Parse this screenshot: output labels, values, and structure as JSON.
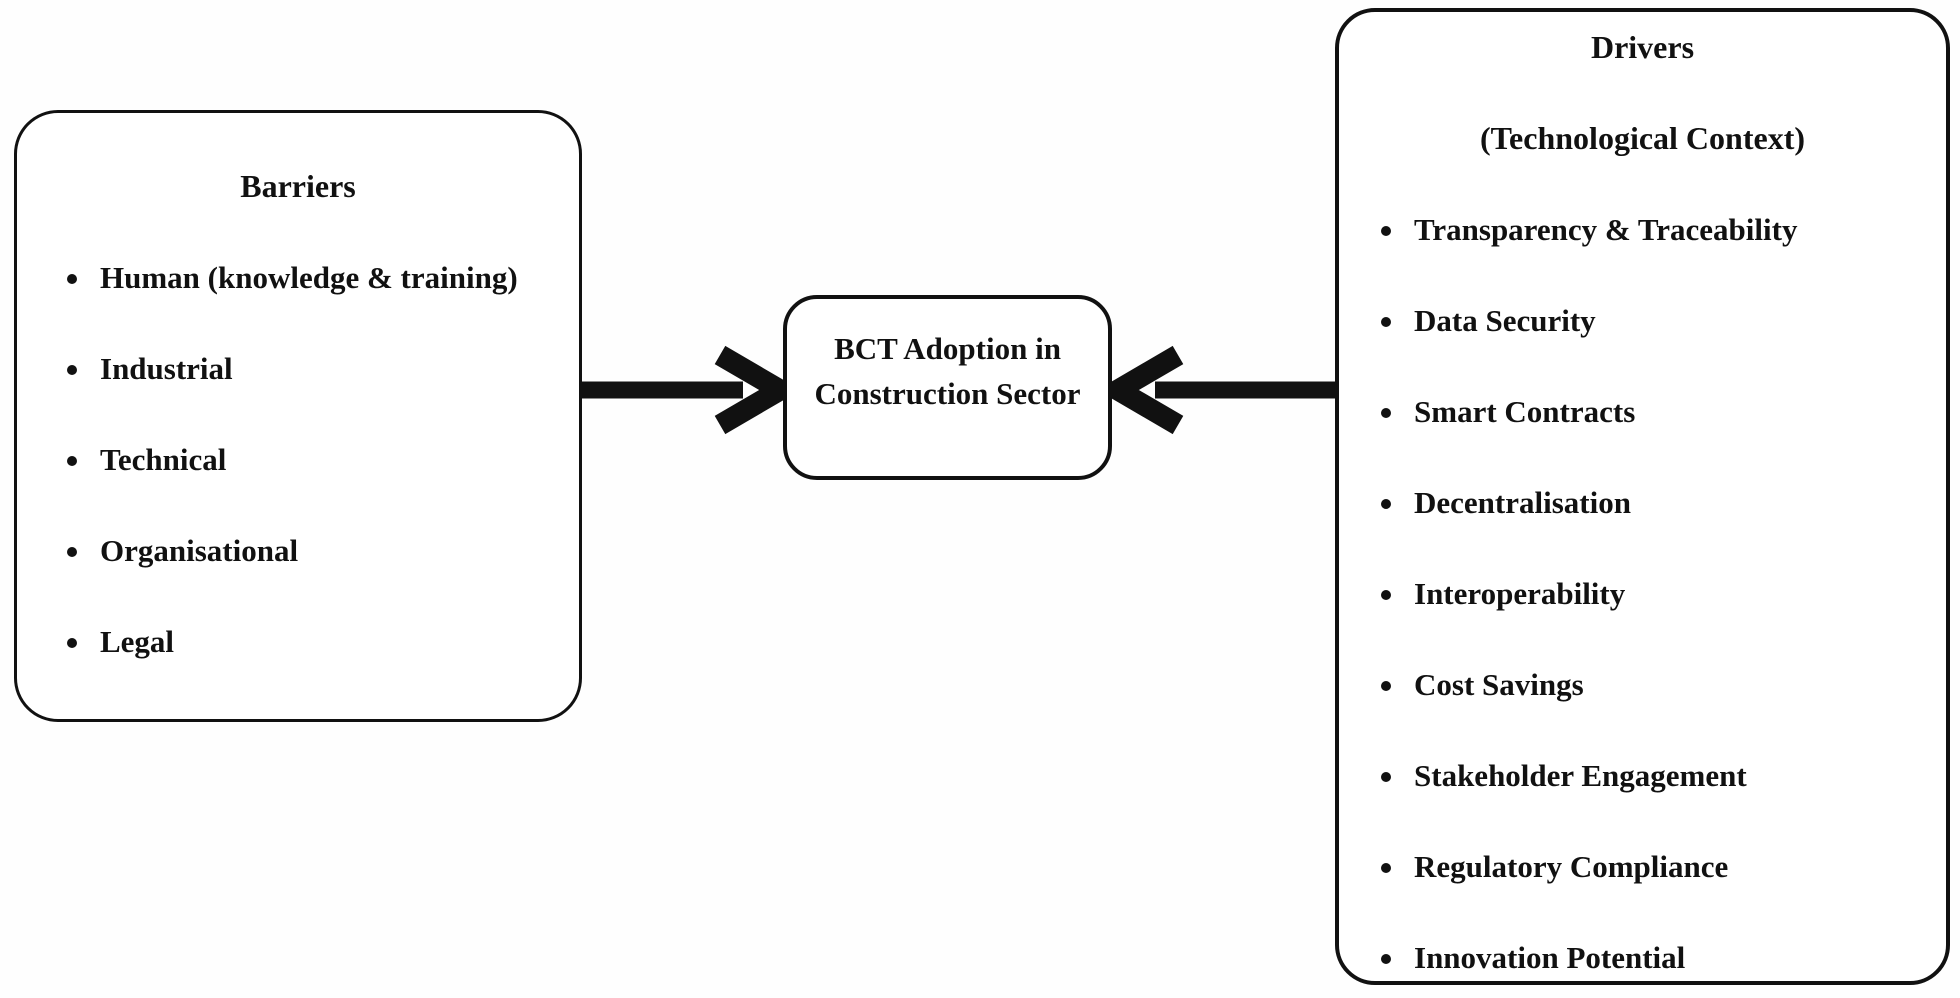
{
  "figure": {
    "background": "#fefefe",
    "ink": "#111111",
    "left_box": {
      "title": "Barriers",
      "items": [
        "Human (knowledge & training)",
        "Industrial",
        "Technical",
        "Organisational",
        "Legal"
      ]
    },
    "center_box": {
      "line1": "BCT Adoption in",
      "line2": "Construction Sector"
    },
    "right_box": {
      "title": "Drivers",
      "subtitle": "(Technological Context)",
      "items": [
        "Transparency & Traceability",
        "Data Security",
        "Smart Contracts",
        "Decentralisation",
        "Interoperability",
        "Cost Savings",
        "Stakeholder Engagement",
        "Regulatory Compliance",
        "Innovation Potential"
      ]
    },
    "arrows": [
      {
        "from": "Barriers",
        "to": "BCT Adoption in Construction Sector",
        "direction": "right"
      },
      {
        "from": "Drivers (Technological Context)",
        "to": "BCT Adoption in Construction Sector",
        "direction": "left"
      }
    ]
  }
}
